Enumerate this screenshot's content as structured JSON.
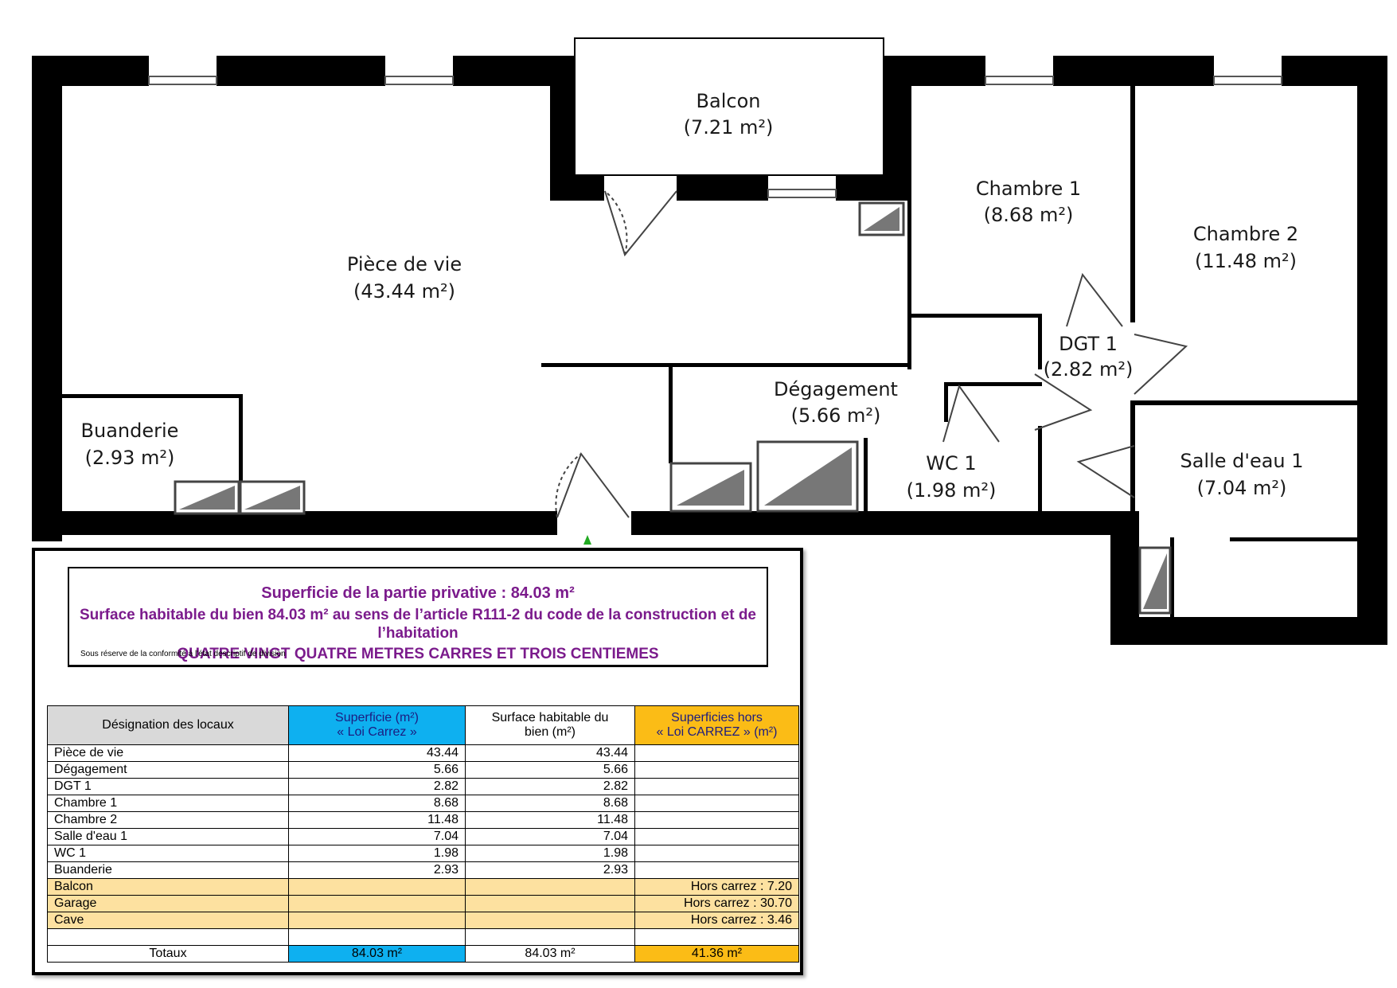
{
  "rooms": [
    {
      "id": "piece-de-vie",
      "name": "Pièce de vie",
      "area": "(43.44 m²)"
    },
    {
      "id": "balcon",
      "name": "Balcon",
      "area": "(7.21 m²)"
    },
    {
      "id": "chambre-1",
      "name": "Chambre 1",
      "area": "(8.68 m²)"
    },
    {
      "id": "chambre-2",
      "name": "Chambre 2",
      "area": "(11.48 m²)"
    },
    {
      "id": "dgt-1",
      "name": "DGT 1",
      "area": "(2.82 m²)"
    },
    {
      "id": "degagement",
      "name": "Dégagement",
      "area": "(5.66 m²)"
    },
    {
      "id": "buanderie",
      "name": "Buanderie",
      "area": "(2.93 m²)"
    },
    {
      "id": "wc-1",
      "name": "WC 1",
      "area": "(1.98 m²)"
    },
    {
      "id": "salle-deau-1",
      "name": "Salle d'eau 1",
      "area": "(7.04 m²)"
    }
  ],
  "summary": {
    "line1": "Superficie de la partie privative : 84.03 m²",
    "line2": "Surface habitable du bien 84.03 m² au sens de l’article R111-2 du code de la construction et de l’habitation",
    "line3": "QUATRE VINGT QUATRE METRES CARRES ET TROIS CENTIEMES",
    "note": "Sous réserve de la conformité à l'état descriptif de division"
  },
  "table": {
    "headers": {
      "designation": "Désignation des locaux",
      "carrez_1": "Superficie (m²)",
      "carrez_2": "« Loi Carrez »",
      "habitable_1": "Surface habitable du",
      "habitable_2": "bien  (m²)",
      "hors_1": "Superficies hors",
      "hors_2": "« Loi CARREZ » (m²)"
    },
    "rows": [
      {
        "name": "Pièce de vie",
        "carrez": "43.44",
        "habitable": "43.44",
        "hors": ""
      },
      {
        "name": "Dégagement",
        "carrez": "5.66",
        "habitable": "5.66",
        "hors": ""
      },
      {
        "name": "DGT 1",
        "carrez": "2.82",
        "habitable": "2.82",
        "hors": ""
      },
      {
        "name": "Chambre 1",
        "carrez": "8.68",
        "habitable": "8.68",
        "hors": ""
      },
      {
        "name": "Chambre 2",
        "carrez": "11.48",
        "habitable": "11.48",
        "hors": ""
      },
      {
        "name": "Salle d'eau 1",
        "carrez": "7.04",
        "habitable": "7.04",
        "hors": ""
      },
      {
        "name": "WC 1",
        "carrez": "1.98",
        "habitable": "1.98",
        "hors": ""
      },
      {
        "name": "Buanderie",
        "carrez": "2.93",
        "habitable": "2.93",
        "hors": ""
      }
    ],
    "hors_rows": [
      {
        "name": "Balcon",
        "hors": "Hors carrez : 7.20"
      },
      {
        "name": "Garage",
        "hors": "Hors carrez : 30.70"
      },
      {
        "name": "Cave",
        "hors": "Hors carrez : 3.46"
      }
    ],
    "totals": {
      "label": "Totaux",
      "carrez": "84.03 m²",
      "habitable": "84.03 m²",
      "hors": "41.36 m²"
    }
  },
  "colors": {
    "wall": "#000000",
    "title": "#7b1b8c",
    "carrez_header": "#0eb0f0",
    "hors_header": "#fbbc16",
    "hors_row": "#fde1a0"
  }
}
